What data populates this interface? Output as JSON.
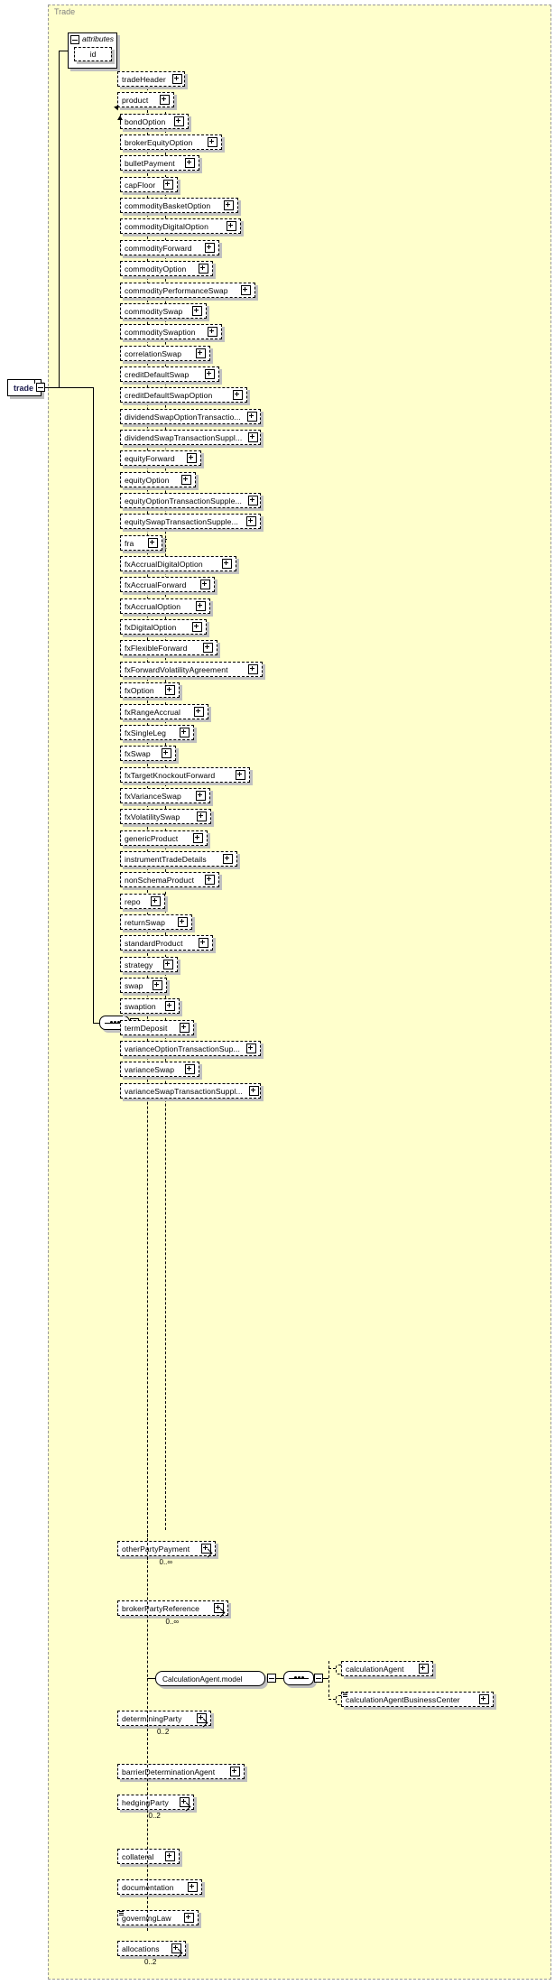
{
  "diagram": {
    "type": "xsd-schema-diagram",
    "panel_title": "Trade",
    "root_element": "trade",
    "attributes_header": "attributes",
    "attributes": [
      "id"
    ],
    "colors": {
      "panel_fill": "#ffffcc",
      "panel_border": "#999999",
      "node_fill": "#ffffff",
      "node_border": "#000000",
      "shadow": "#c0c0c0",
      "root_label": "#1a1a4d",
      "title_text": "#808080"
    }
  },
  "sequence_children": [
    {
      "label": "tradeHeader",
      "expander": "plus",
      "border": "dashed",
      "width": 75,
      "annot": false,
      "mult": ""
    },
    {
      "label": "product",
      "expander": "plus",
      "border": "dashed",
      "width": 63,
      "annot": false,
      "mult": ""
    },
    {
      "label": "bondOption",
      "expander": "plus",
      "border": "dashed",
      "width": 76,
      "annot": false,
      "mult": ""
    },
    {
      "label": "brokerEquityOption",
      "expander": "plus",
      "border": "dashed",
      "width": 113,
      "annot": false,
      "mult": ""
    },
    {
      "label": "bulletPayment",
      "expander": "plus",
      "border": "dashed",
      "width": 88,
      "annot": false,
      "mult": ""
    },
    {
      "label": "capFloor",
      "expander": "plus",
      "border": "dashed",
      "width": 64,
      "annot": false,
      "mult": ""
    },
    {
      "label": "commodityBasketOption",
      "expander": "plus",
      "border": "dashed",
      "width": 131,
      "annot": false,
      "mult": ""
    },
    {
      "label": "commodityDigitalOption",
      "expander": "plus",
      "border": "dashed",
      "width": 134,
      "annot": false,
      "mult": ""
    },
    {
      "label": "commodityForward",
      "expander": "plus",
      "border": "dashed",
      "width": 110,
      "annot": false,
      "mult": ""
    },
    {
      "label": "commodityOption",
      "expander": "plus",
      "border": "dashed",
      "width": 103,
      "annot": false,
      "mult": ""
    },
    {
      "label": "commodityPerformanceSwap",
      "expander": "plus",
      "border": "dashed",
      "width": 150,
      "annot": false,
      "mult": ""
    },
    {
      "label": "commoditySwap",
      "expander": "plus",
      "border": "dashed",
      "width": 96,
      "annot": false,
      "mult": ""
    },
    {
      "label": "commoditySwaption",
      "expander": "plus",
      "border": "dashed",
      "width": 113,
      "annot": false,
      "mult": ""
    },
    {
      "label": "correlationSwap",
      "expander": "plus",
      "border": "dashed",
      "width": 100,
      "annot": false,
      "mult": ""
    },
    {
      "label": "creditDefaultSwap",
      "expander": "plus",
      "border": "dashed",
      "width": 110,
      "annot": false,
      "mult": ""
    },
    {
      "label": "creditDefaultSwapOption",
      "expander": "plus",
      "border": "dashed",
      "width": 141,
      "annot": false,
      "mult": ""
    },
    {
      "label": "dividendSwapOptionTransactio...",
      "expander": "plus",
      "border": "dashed",
      "width": 156,
      "annot": false,
      "mult": ""
    },
    {
      "label": "dividendSwapTransactionSuppl...",
      "expander": "plus",
      "border": "dashed",
      "width": 156,
      "annot": false,
      "mult": ""
    },
    {
      "label": "equityForward",
      "expander": "plus",
      "border": "dashed",
      "width": 90,
      "annot": false,
      "mult": ""
    },
    {
      "label": "equityOption",
      "expander": "plus",
      "border": "dashed",
      "width": 84,
      "annot": false,
      "mult": ""
    },
    {
      "label": "equityOptionTransactionSupple...",
      "expander": "plus",
      "border": "dashed",
      "width": 156,
      "annot": false,
      "mult": ""
    },
    {
      "label": "equitySwapTransactionSupple...",
      "expander": "plus",
      "border": "dashed",
      "width": 156,
      "annot": false,
      "mult": ""
    },
    {
      "label": "fra",
      "expander": "plus",
      "border": "dashed",
      "width": 47,
      "annot": false,
      "mult": ""
    },
    {
      "label": "fxAccrualDigitalOption",
      "expander": "plus",
      "border": "dashed",
      "width": 129,
      "annot": false,
      "mult": ""
    },
    {
      "label": "fxAccrualForward",
      "expander": "plus",
      "border": "dashed",
      "width": 105,
      "annot": false,
      "mult": ""
    },
    {
      "label": "fxAccrualOption",
      "expander": "plus",
      "border": "dashed",
      "width": 100,
      "annot": false,
      "mult": ""
    },
    {
      "label": "fxDigitalOption",
      "expander": "plus",
      "border": "dashed",
      "width": 96,
      "annot": false,
      "mult": ""
    },
    {
      "label": "fxFlexibleForward",
      "expander": "plus",
      "border": "dashed",
      "width": 108,
      "annot": false,
      "mult": ""
    },
    {
      "label": "fxForwardVolatilityAgreement",
      "expander": "plus",
      "border": "dashed",
      "width": 158,
      "annot": false,
      "mult": ""
    },
    {
      "label": "fxOption",
      "expander": "plus",
      "border": "dashed",
      "width": 66,
      "annot": false,
      "mult": ""
    },
    {
      "label": "fxRangeAccrual",
      "expander": "plus",
      "border": "dashed",
      "width": 98,
      "annot": false,
      "mult": ""
    },
    {
      "label": "fxSingleLeg",
      "expander": "plus",
      "border": "dashed",
      "width": 82,
      "annot": false,
      "mult": ""
    },
    {
      "label": "fxSwap",
      "expander": "plus",
      "border": "dashed",
      "width": 62,
      "annot": false,
      "mult": ""
    },
    {
      "label": "fxTargetKnockoutForward",
      "expander": "plus",
      "border": "dashed",
      "width": 144,
      "annot": false,
      "mult": ""
    },
    {
      "label": "fxVarianceSwap",
      "expander": "plus",
      "border": "dashed",
      "width": 100,
      "annot": false,
      "mult": ""
    },
    {
      "label": "fxVolatilitySwap",
      "expander": "plus",
      "border": "dashed",
      "width": 101,
      "annot": false,
      "mult": ""
    },
    {
      "label": "genericProduct",
      "expander": "plus",
      "border": "dashed",
      "width": 97,
      "annot": false,
      "mult": ""
    },
    {
      "label": "instrumentTradeDetails",
      "expander": "plus",
      "border": "dashed",
      "width": 130,
      "annot": false,
      "mult": ""
    },
    {
      "label": "nonSchemaProduct",
      "expander": "plus",
      "border": "dashed",
      "width": 110,
      "annot": false,
      "mult": ""
    },
    {
      "label": "repo",
      "expander": "plus",
      "border": "dashed",
      "width": 50,
      "annot": false,
      "mult": ""
    },
    {
      "label": "returnSwap",
      "expander": "plus",
      "border": "dashed",
      "width": 80,
      "annot": false,
      "mult": ""
    },
    {
      "label": "standardProduct",
      "expander": "plus",
      "border": "dashed",
      "width": 103,
      "annot": false,
      "mult": ""
    },
    {
      "label": "strategy",
      "expander": "plus",
      "border": "dashed",
      "width": 64,
      "annot": false,
      "mult": ""
    },
    {
      "label": "swap",
      "expander": "plus",
      "border": "dashed",
      "width": 52,
      "annot": false,
      "mult": ""
    },
    {
      "label": "swaption",
      "expander": "plus",
      "border": "dashed",
      "width": 66,
      "annot": false,
      "mult": ""
    },
    {
      "label": "termDeposit",
      "expander": "plus",
      "border": "dashed",
      "width": 82,
      "annot": false,
      "mult": ""
    },
    {
      "label": "varianceOptionTransactionSup...",
      "expander": "plus",
      "border": "dashed",
      "width": 156,
      "annot": false,
      "mult": ""
    },
    {
      "label": "varianceSwap",
      "expander": "plus",
      "border": "dashed",
      "width": 88,
      "annot": false,
      "mult": ""
    },
    {
      "label": "varianceSwapTransactionSuppl...",
      "expander": "plus",
      "border": "dashed",
      "width": 156,
      "annot": false,
      "mult": ""
    }
  ],
  "tail_children": [
    {
      "label": "otherPartyPayment",
      "expander": "plus",
      "border": "dashed",
      "width": 109,
      "annot": false,
      "mult": "0..∞"
    },
    {
      "label": "brokerPartyReference",
      "expander": "plus",
      "border": "dashed",
      "width": 123,
      "annot": false,
      "mult": "0..∞"
    },
    {
      "label": "determiningParty",
      "expander": "plus",
      "border": "dashed",
      "width": 104,
      "annot": false,
      "mult": "0..2"
    },
    {
      "label": "barrierDeterminationAgent",
      "expander": "plus",
      "border": "dashed",
      "width": 141,
      "annot": false,
      "mult": ""
    },
    {
      "label": "hedgingParty",
      "expander": "plus",
      "border": "dashed",
      "width": 85,
      "annot": false,
      "mult": "0..2"
    },
    {
      "label": "collateral",
      "expander": "plus",
      "border": "dashed",
      "width": 69,
      "annot": false,
      "mult": ""
    },
    {
      "label": "documentation",
      "expander": "plus",
      "border": "dashed",
      "width": 94,
      "annot": false,
      "mult": ""
    },
    {
      "label": "governingLaw",
      "expander": "plus",
      "border": "dashed",
      "width": 90,
      "annot": true,
      "mult": ""
    },
    {
      "label": "allocations",
      "expander": "plus",
      "border": "dashed",
      "width": 76,
      "annot": false,
      "mult": "0..2"
    }
  ],
  "calculation_agent_model": {
    "label": "CalculationAgent.model",
    "expander": "minus",
    "group_expander": "minus",
    "children": [
      {
        "label": "calculationAgent",
        "expander": "plus",
        "border": "dashed",
        "width": 102,
        "annot": false
      },
      {
        "label": "calculationAgentBusinessCenter",
        "expander": "plus",
        "border": "dashed",
        "width": 169,
        "annot": true
      }
    ]
  },
  "icons": {
    "expand_plus": "plus-box-icon",
    "collapse_minus": "minus-box-icon",
    "sequence": "sequence-connector-icon",
    "annotation": "documentation-marker-icon",
    "repeat": "repeat-arc-icon"
  }
}
